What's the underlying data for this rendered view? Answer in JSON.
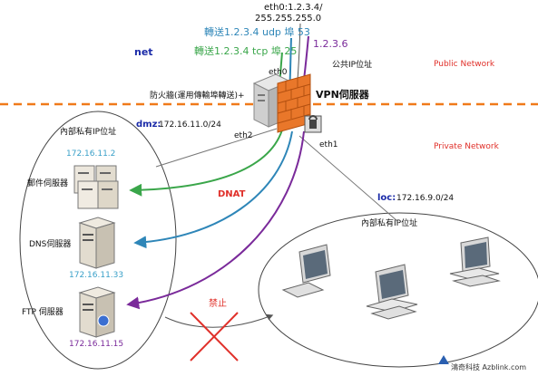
{
  "labels": {
    "eth0_addr_line1": "eth0:1.2.3.4/",
    "eth0_addr_line2": "255.255.255.0",
    "udp_forward": "轉送1.2.3.4 udp 埠 53",
    "tcp_forward": "轉送1.2.3.4 tcp 埠 25",
    "ip_extra": "1.2.3.6",
    "net": "net",
    "eth0": "eth0",
    "public_ip": "公共IP位址",
    "public_network": "Public Network",
    "firewall_label": "防火牆(運用傳輸埠轉送)+",
    "vpn_server": "VPN伺服器",
    "dmz_prefix": "dmz:",
    "dmz_subnet": "172.16.11.0/24",
    "private_ip_left": "內部私有IP位址",
    "eth2": "eth2",
    "eth1": "eth1",
    "private_network": "Private Network",
    "dmz_ip_1": "172.16.11.2",
    "mail_server": "郵件伺服器",
    "dnat": "DNAT",
    "loc_prefix": "loc:",
    "loc_subnet": "172.16.9.0/24",
    "private_ip_right": "內部私有IP位址",
    "dns_server": "DNS伺服器",
    "dmz_ip_2": "172.16.11.33",
    "forbidden": "禁止",
    "ftp_server": "FTP 伺服器",
    "dmz_ip_3": "172.16.11.15",
    "watermark": "鴻奇科技 Azblink.com"
  },
  "colors": {
    "udp_line": "#2e86b8",
    "tcp_line": "#3aa64a",
    "ip_extra_line": "#7a2a9a",
    "net_label": "#1a2aa8",
    "public_network": "#e0302a",
    "dmz_ip": "#3aa0c8",
    "dmz_ip_3": "#7a2a9a",
    "dnat": "#e0302a",
    "forbidden_x": "#e0302a",
    "divider": "#f07a1a"
  }
}
